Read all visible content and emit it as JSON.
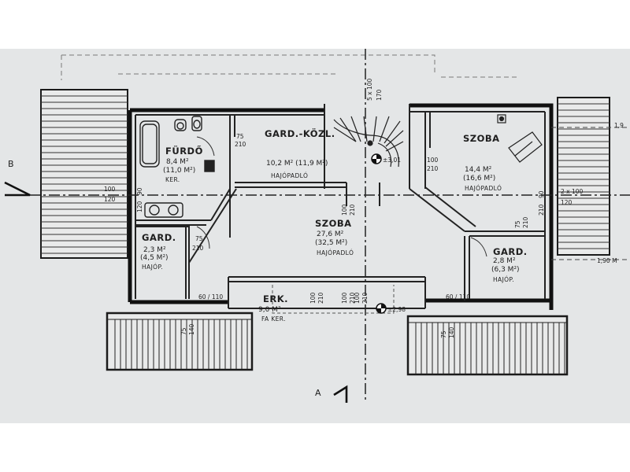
{
  "rooms": {
    "furdo": {
      "name": "FÜRDŐ",
      "area": "8,4 M²",
      "area2": "(11,0 M²)",
      "floor": "KER."
    },
    "gard_kozl": {
      "name": "GARD.-KÖZL.",
      "area": "10,2 M² (11,9 M²)",
      "floor": "HAJÓPADLÓ"
    },
    "szoba_right": {
      "name": "SZOBA",
      "area": "14,4 M²",
      "area2": "(16,6 M²)",
      "floor": "HAJÓPADLÓ"
    },
    "szoba_mid": {
      "name": "SZOBA",
      "area": "27,6 M²",
      "area2": "(32,5 M²)",
      "floor": "HAJÓPADLÓ"
    },
    "gard_left": {
      "name": "GARD.",
      "area": "2,3 M²",
      "area2": "(4,5 M²)",
      "floor": "HAJÓP."
    },
    "gard_right": {
      "name": "GARD.",
      "area": "2,8 M²",
      "area2": "(6,3 M²)",
      "floor": "HAJÓP."
    },
    "erk": {
      "name": "ERK.",
      "area": "9,0 M²",
      "floor": "FA KER."
    }
  },
  "sections": {
    "b": "B",
    "a": "A"
  },
  "elevations": {
    "upper": "±3,01",
    "lower": "±2,98"
  },
  "dimensions": {
    "d75_210_top": [
      "75",
      "210"
    ],
    "d100_210_kozl": [
      "100",
      "210"
    ],
    "d100_210_szoba": [
      "100",
      "210"
    ],
    "d100_120_left": [
      "100",
      "120"
    ],
    "d90_120_left": [
      "90",
      "120"
    ],
    "d75_210_gard": [
      "75",
      "210"
    ],
    "d90_210_right": [
      "90",
      "210"
    ],
    "d2x100_120": [
      "2 x 100",
      "120"
    ],
    "d75_210_right": [
      "75",
      "210"
    ],
    "d5x100_170": [
      "5 x 100",
      "170"
    ],
    "d100_210_erk_a": [
      "100",
      "210"
    ],
    "d100_210_erk_b": [
      "100",
      "210"
    ],
    "d100_210_erk_c": [
      "100",
      "210"
    ],
    "d60_110_left": "60 / 110",
    "d60_110_right": "60 / 110",
    "d75_140_left": [
      "75",
      "140"
    ],
    "d75_140_right": [
      "75",
      "140"
    ],
    "right_1_90_top": "1,9",
    "right_1_90_mid": "1,90 M"
  }
}
